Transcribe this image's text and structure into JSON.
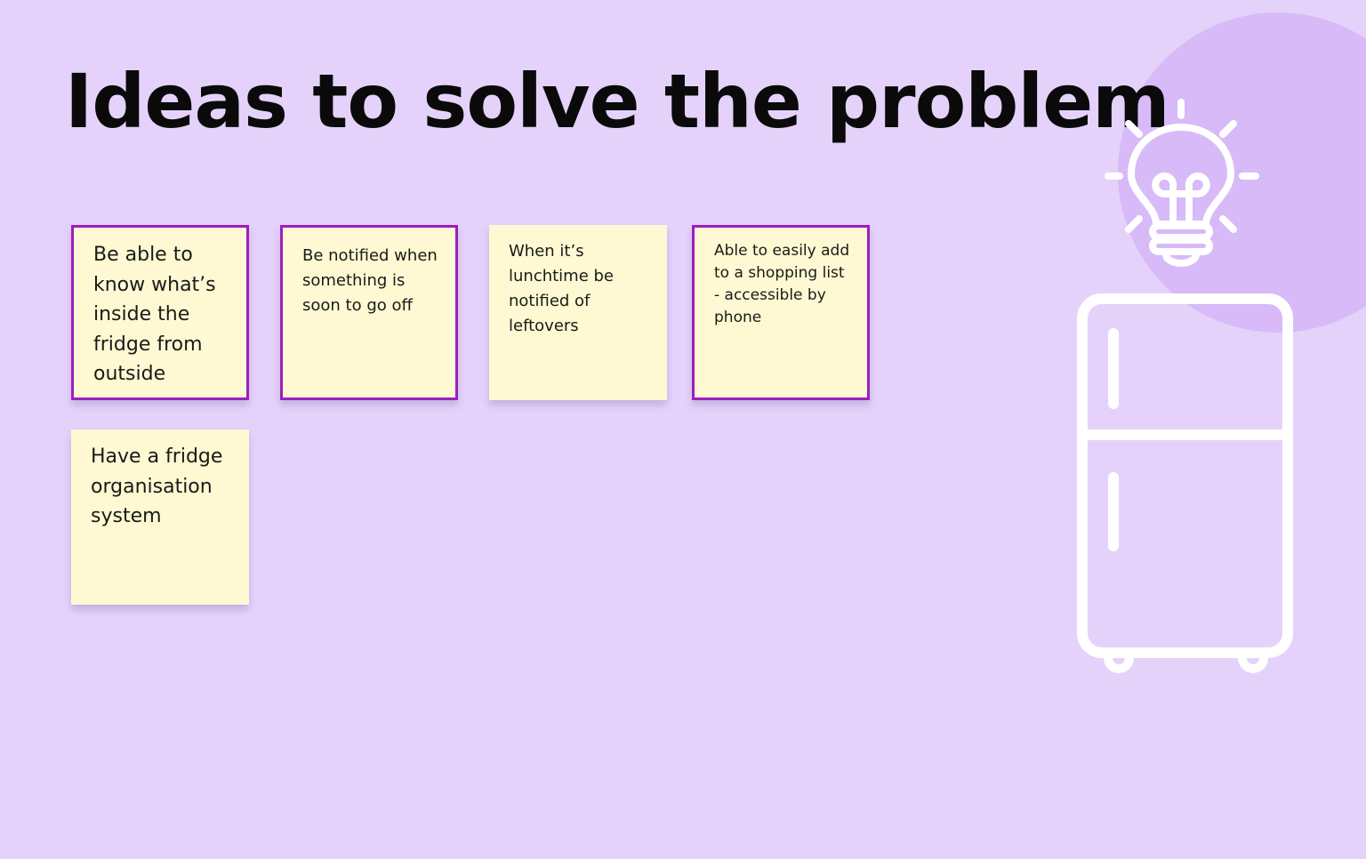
{
  "page": {
    "title": "Ideas to solve the problem"
  },
  "notes": [
    {
      "text": "Be able to know what’s inside the fridge from outside",
      "selected": true
    },
    {
      "text": "Be notified when something is soon to go off",
      "selected": true
    },
    {
      "text": "When it’s lunchtime be notified of leftovers",
      "selected": false
    },
    {
      "text": "Able to easily add to a shopping list - accessible by phone",
      "selected": true
    },
    {
      "text": "Have a fridge organisation system",
      "selected": false
    }
  ],
  "colors": {
    "background": "#e5d2fb",
    "sticky_note": "#fef9d2",
    "selection_border": "#9b1fbf",
    "deco_circle": "#d7baf7",
    "icon_stroke": "#ffffff"
  },
  "icons": [
    "lightbulb-icon",
    "fridge-icon"
  ]
}
